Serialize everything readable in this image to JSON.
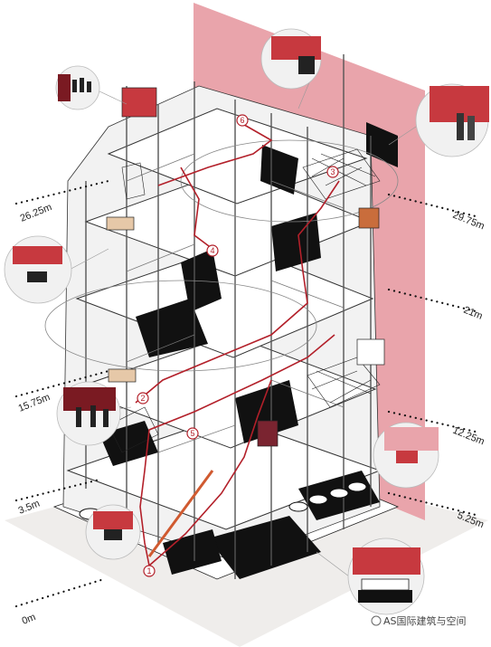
{
  "levels_left": [
    "26.25m",
    "15.75m",
    "3.5m",
    "0m"
  ],
  "levels_right": [
    "29.75m",
    "21m",
    "12.25m",
    "5.25m"
  ],
  "route_markers": [
    "1",
    "2",
    "3",
    "4",
    "5",
    "6"
  ],
  "watermark": "AS国际建筑与空间",
  "colors": {
    "accent_red": "#b3202a",
    "backdrop_pink": "#e9a4ab",
    "vignette_red": "#c7393f"
  }
}
